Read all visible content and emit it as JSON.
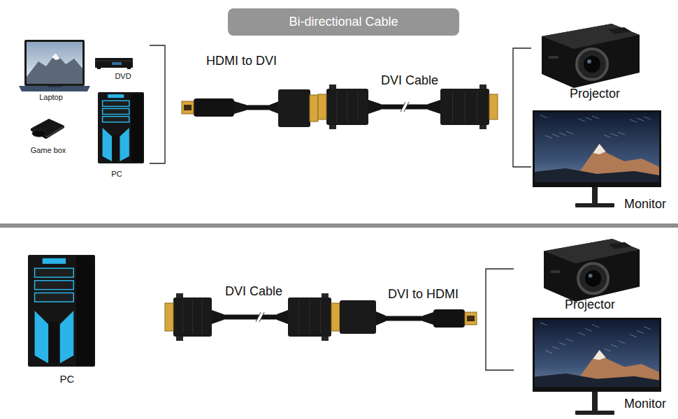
{
  "diagram": {
    "title": "Bi-directional Cable",
    "labels": [
      "Laptop",
      "DVD",
      "Game box",
      "PC",
      "HDMI to DVI",
      "DVI Cable",
      "Projector",
      "Monitor",
      "PC",
      "DVI Cable",
      "DVI to HDMI",
      "Projector",
      "Monitor"
    ]
  }
}
